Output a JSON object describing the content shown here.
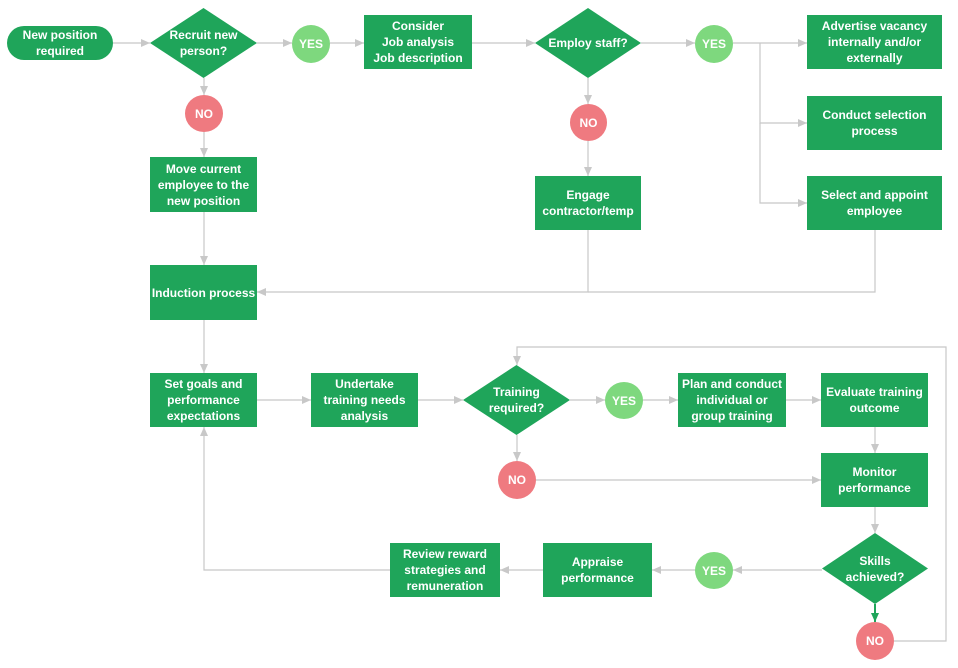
{
  "nodes": {
    "new_position": "New position\nrequired",
    "recruit": "Recruit new\nperson?",
    "yes1": "YES",
    "consider": "Consider\nJob analysis\nJob description",
    "employ": "Employ staff?",
    "yes2": "YES",
    "advertise": "Advertise vacancy\ninternally and/or\nexternally",
    "no1": "NO",
    "conduct": "Conduct selection\nprocess",
    "move": "Move current\nemployee to the\nnew position",
    "no2": "NO",
    "engage": "Engage\ncontractor/temp",
    "select": "Select and appoint\nemployee",
    "induction": "Induction process",
    "goals": "Set goals and\nperformance\nexpectations",
    "undertake": "Undertake\ntraining needs\nanalysis",
    "training_req": "Training\nrequired?",
    "yes3": "YES",
    "plan": "Plan and conduct\nindividual or\ngroup training",
    "evaluate": "Evaluate training\noutcome",
    "no3": "NO",
    "monitor": "Monitor\nperformance",
    "skills": "Skills\nachieved?",
    "yes4": "YES",
    "appraise": "Appraise\nperformance",
    "review": "Review reward\nstrategies and\nremuneration",
    "no4": "NO"
  },
  "colors": {
    "process": "#1fa55a",
    "yes": "#7ed87e",
    "no": "#ef7a80",
    "connector": "#c8c8c8",
    "highlight_arrow": "#1fa55a"
  }
}
